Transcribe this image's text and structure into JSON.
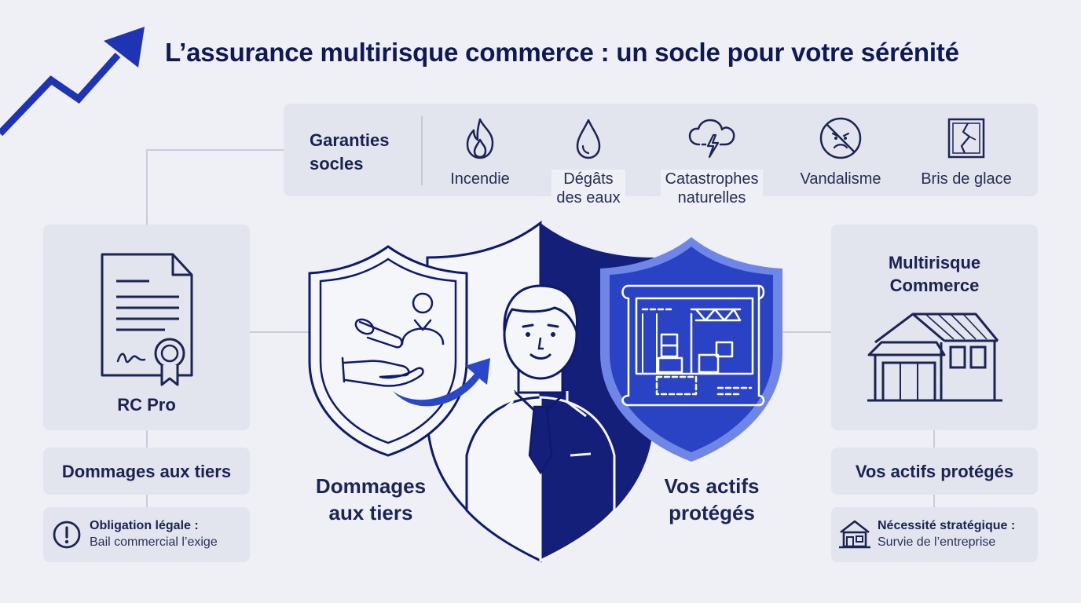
{
  "title": "L’assurance multirisque commerce : un socle pour votre sérénité",
  "guarantees": {
    "label_line1": "Garanties",
    "label_line2": "socles",
    "items": [
      {
        "icon": "fire-icon",
        "line1": "Incendie",
        "line2": ""
      },
      {
        "icon": "water-drop-icon",
        "line1": "Dégâts",
        "line2": "des eaux"
      },
      {
        "icon": "storm-cloud-icon",
        "line1": "Catastrophes",
        "line2": "naturelles"
      },
      {
        "icon": "vandalism-icon",
        "line1": "Vandalisme",
        "line2": ""
      },
      {
        "icon": "broken-glass-icon",
        "line1": "Bris de glace",
        "line2": ""
      }
    ]
  },
  "left": {
    "card_label": "RC Pro",
    "subtitle": "Dommages aux tiers",
    "note_title": "Obligation légale :",
    "note_text": "Bail commercial l’exige"
  },
  "right": {
    "title_line1": "Multirisque",
    "title_line2": "Commerce",
    "subtitle": "Vos actifs protégés",
    "note_title": "Nécessité stratégique :",
    "note_text": "Survie de l’entreprise"
  },
  "center": {
    "left_label_line1": "Dommages",
    "left_label_line2": "aux tiers",
    "right_label_line1": "Vos actifs",
    "right_label_line2": "protégés"
  },
  "colors": {
    "navy": "#0f1a6e",
    "royal_blue": "#2741c7",
    "panel": "#e2e5ee",
    "background": "#eef0f5"
  }
}
